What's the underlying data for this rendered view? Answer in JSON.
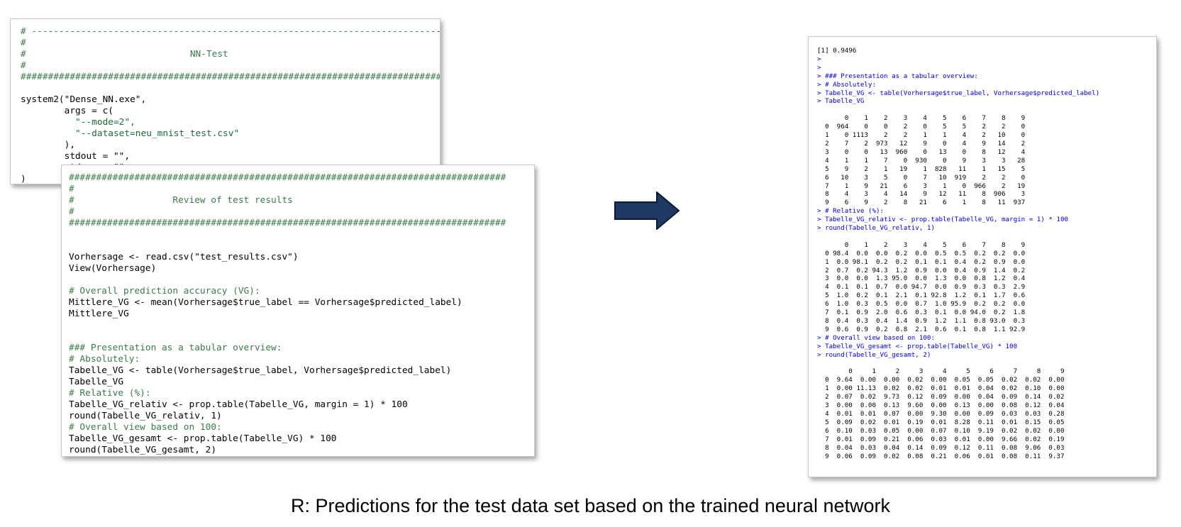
{
  "editor1": {
    "lines": [
      {
        "cls": "cmt",
        "text": "# ------------------------------------------------------------------------------"
      },
      {
        "cls": "cmt",
        "text": "#"
      },
      {
        "cls": "cmt",
        "text": "#                              NN-Test"
      },
      {
        "cls": "cmt",
        "text": "#"
      },
      {
        "cls": "cmt",
        "text": "################################################################################"
      },
      {
        "cls": "",
        "text": ""
      },
      {
        "cls": "",
        "text": "system2(\"Dense_NN.exe\","
      },
      {
        "cls": "",
        "text": "        args = c("
      },
      {
        "cls": "str",
        "text": "          \"--mode=2\","
      },
      {
        "cls": "str",
        "text": "          \"--dataset=neu_mnist_test.csv\""
      },
      {
        "cls": "",
        "text": "        ),"
      },
      {
        "cls": "",
        "text": "        stdout = \"\","
      },
      {
        "cls": "",
        "text": "        stderr = \"\""
      },
      {
        "cls": "",
        "text": ")"
      }
    ]
  },
  "editor2": {
    "lines": [
      {
        "cls": "cmt",
        "text": "################################################################################"
      },
      {
        "cls": "cmt",
        "text": "#"
      },
      {
        "cls": "cmt",
        "text": "#                  Review of test results"
      },
      {
        "cls": "cmt",
        "text": "#"
      },
      {
        "cls": "cmt",
        "text": "################################################################################"
      },
      {
        "cls": "",
        "text": ""
      },
      {
        "cls": "",
        "text": ""
      },
      {
        "cls": "",
        "text": "Vorhersage <- read.csv(\"test_results.csv\")"
      },
      {
        "cls": "",
        "text": "View(Vorhersage)"
      },
      {
        "cls": "",
        "text": ""
      },
      {
        "cls": "cmt",
        "text": "# Overall prediction accuracy (VG):"
      },
      {
        "cls": "",
        "text": "Mittlere_VG <- mean(Vorhersage$true_label == Vorhersage$predicted_label)"
      },
      {
        "cls": "",
        "text": "Mittlere_VG"
      },
      {
        "cls": "",
        "text": ""
      },
      {
        "cls": "",
        "text": ""
      },
      {
        "cls": "cmt",
        "text": "### Presentation as a tabular overview:"
      },
      {
        "cls": "cmt",
        "text": "# Absolutely:"
      },
      {
        "cls": "",
        "text": "Tabelle_VG <- table(Vorhersage$true_label, Vorhersage$predicted_label)"
      },
      {
        "cls": "",
        "text": "Tabelle_VG"
      },
      {
        "cls": "cmt",
        "text": "# Relative (%):"
      },
      {
        "cls": "",
        "text": "Tabelle_VG_relativ <- prop.table(Tabelle_VG, margin = 1) * 100"
      },
      {
        "cls": "",
        "text": "round(Tabelle_VG_relativ, 1)"
      },
      {
        "cls": "cmt",
        "text": "# Overall view based on 100:"
      },
      {
        "cls": "",
        "text": "Tabelle_VG_gesamt <- prop.table(Tabelle_VG) * 100"
      },
      {
        "cls": "",
        "text": "round(Tabelle_VG_gesamt, 2)"
      }
    ]
  },
  "console": {
    "lines": [
      {
        "cls": "",
        "text": "[1] 0.9496"
      },
      {
        "cls": "cin",
        "text": ">"
      },
      {
        "cls": "cin",
        "text": ">"
      },
      {
        "cls": "cin",
        "text": "> ### Presentation as a tabular overview:"
      },
      {
        "cls": "cin",
        "text": "> # Absolutely:"
      },
      {
        "cls": "cin",
        "text": "> Tabelle_VG <- table(Vorhersage$true_label, Vorhersage$predicted_label)"
      },
      {
        "cls": "cin",
        "text": "> Tabelle_VG"
      },
      {
        "cls": "",
        "text": ""
      },
      {
        "cls": "",
        "text": "       0    1    2    3    4    5    6    7    8    9"
      },
      {
        "cls": "",
        "text": "  0  964    0    0    2    0    5    5    2    2    0"
      },
      {
        "cls": "",
        "text": "  1    0 1113    2    2    1    1    4    2   10    0"
      },
      {
        "cls": "",
        "text": "  2    7    2  973   12    9    0    4    9   14    2"
      },
      {
        "cls": "",
        "text": "  3    0    0   13  960    0   13    0    8   12    4"
      },
      {
        "cls": "",
        "text": "  4    1    1    7    0  930    0    9    3    3   28"
      },
      {
        "cls": "",
        "text": "  5    9    2    1   19    1  828   11    1   15    5"
      },
      {
        "cls": "",
        "text": "  6   10    3    5    0    7   10  919    2    2    0"
      },
      {
        "cls": "",
        "text": "  7    1    9   21    6    3    1    0  966    2   19"
      },
      {
        "cls": "",
        "text": "  8    4    3    4   14    9   12   11    8  906    3"
      },
      {
        "cls": "",
        "text": "  9    6    9    2    8   21    6    1    8   11  937"
      },
      {
        "cls": "cin",
        "text": "> # Relative (%):"
      },
      {
        "cls": "cin",
        "text": "> Tabelle_VG_relativ <- prop.table(Tabelle_VG, margin = 1) * 100"
      },
      {
        "cls": "cin",
        "text": "> round(Tabelle_VG_relativ, 1)"
      },
      {
        "cls": "",
        "text": ""
      },
      {
        "cls": "",
        "text": "       0    1    2    3    4    5    6    7    8    9"
      },
      {
        "cls": "",
        "text": "  0 98.4  0.0  0.0  0.2  0.0  0.5  0.5  0.2  0.2  0.0"
      },
      {
        "cls": "",
        "text": "  1  0.0 98.1  0.2  0.2  0.1  0.1  0.4  0.2  0.9  0.0"
      },
      {
        "cls": "",
        "text": "  2  0.7  0.2 94.3  1.2  0.9  0.0  0.4  0.9  1.4  0.2"
      },
      {
        "cls": "",
        "text": "  3  0.0  0.0  1.3 95.0  0.0  1.3  0.0  0.8  1.2  0.4"
      },
      {
        "cls": "",
        "text": "  4  0.1  0.1  0.7  0.0 94.7  0.0  0.9  0.3  0.3  2.9"
      },
      {
        "cls": "",
        "text": "  5  1.0  0.2  0.1  2.1  0.1 92.8  1.2  0.1  1.7  0.6"
      },
      {
        "cls": "",
        "text": "  6  1.0  0.3  0.5  0.0  0.7  1.0 95.9  0.2  0.2  0.0"
      },
      {
        "cls": "",
        "text": "  7  0.1  0.9  2.0  0.6  0.3  0.1  0.0 94.0  0.2  1.8"
      },
      {
        "cls": "",
        "text": "  8  0.4  0.3  0.4  1.4  0.9  1.2  1.1  0.8 93.0  0.3"
      },
      {
        "cls": "",
        "text": "  9  0.6  0.9  0.2  0.8  2.1  0.6  0.1  0.8  1.1 92.9"
      },
      {
        "cls": "cin",
        "text": "> # Overall view based on 100:"
      },
      {
        "cls": "cin",
        "text": "> Tabelle_VG_gesamt <- prop.table(Tabelle_VG) * 100"
      },
      {
        "cls": "cin",
        "text": "> round(Tabelle_VG_gesamt, 2)"
      },
      {
        "cls": "",
        "text": ""
      },
      {
        "cls": "",
        "text": "        0     1     2     3     4     5     6     7     8     9"
      },
      {
        "cls": "",
        "text": "  0  9.64  0.00  0.00  0.02  0.00  0.05  0.05  0.02  0.02  0.00"
      },
      {
        "cls": "",
        "text": "  1  0.00 11.13  0.02  0.02  0.01  0.01  0.04  0.02  0.10  0.00"
      },
      {
        "cls": "",
        "text": "  2  0.07  0.02  9.73  0.12  0.09  0.00  0.04  0.09  0.14  0.02"
      },
      {
        "cls": "",
        "text": "  3  0.00  0.00  0.13  9.60  0.00  0.13  0.00  0.08  0.12  0.04"
      },
      {
        "cls": "",
        "text": "  4  0.01  0.01  0.07  0.00  9.30  0.00  0.09  0.03  0.03  0.28"
      },
      {
        "cls": "",
        "text": "  5  0.09  0.02  0.01  0.19  0.01  8.28  0.11  0.01  0.15  0.05"
      },
      {
        "cls": "",
        "text": "  6  0.10  0.03  0.05  0.00  0.07  0.10  9.19  0.02  0.02  0.00"
      },
      {
        "cls": "",
        "text": "  7  0.01  0.09  0.21  0.06  0.03  0.01  0.00  9.66  0.02  0.19"
      },
      {
        "cls": "",
        "text": "  8  0.04  0.03  0.04  0.14  0.09  0.12  0.11  0.08  9.06  0.03"
      },
      {
        "cls": "",
        "text": "  9  0.06  0.09  0.02  0.08  0.21  0.06  0.01  0.08  0.11  9.37"
      }
    ]
  },
  "arrow": {
    "icon": "right-arrow-icon",
    "fill": "#1f3864",
    "stroke": "#0b1a33"
  },
  "caption": "R: Predictions for the test data set based on the trained neural network"
}
